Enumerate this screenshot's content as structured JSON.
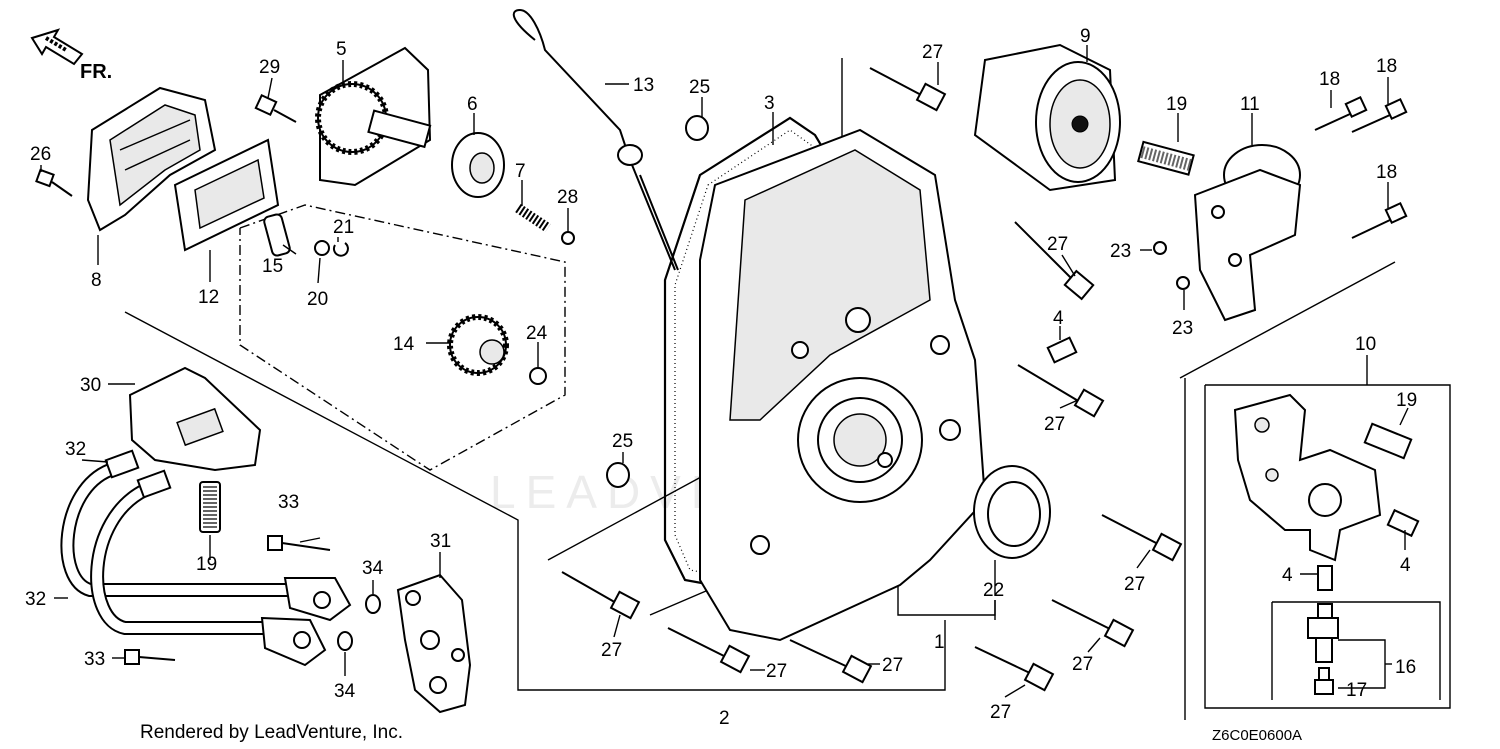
{
  "header": {
    "direction_label": "FR."
  },
  "footer": {
    "credit": "Rendered by LeadVenture, Inc.",
    "diagram_code": "Z6C0E0600A"
  },
  "watermark": {
    "text": "LEADVENTURE"
  },
  "callouts": [
    "1",
    "2",
    "3",
    "4",
    "4",
    "4",
    "4",
    "5",
    "6",
    "7",
    "8",
    "9",
    "10",
    "11",
    "12",
    "13",
    "14",
    "15",
    "16",
    "17",
    "18",
    "18",
    "18",
    "19",
    "19",
    "19",
    "20",
    "21",
    "22",
    "23",
    "23",
    "24",
    "25",
    "25",
    "26",
    "27",
    "27",
    "27",
    "27",
    "27",
    "27",
    "27",
    "27",
    "27",
    "27",
    "27",
    "28",
    "29",
    "30",
    "31",
    "32",
    "32",
    "33",
    "33",
    "34",
    "34"
  ]
}
